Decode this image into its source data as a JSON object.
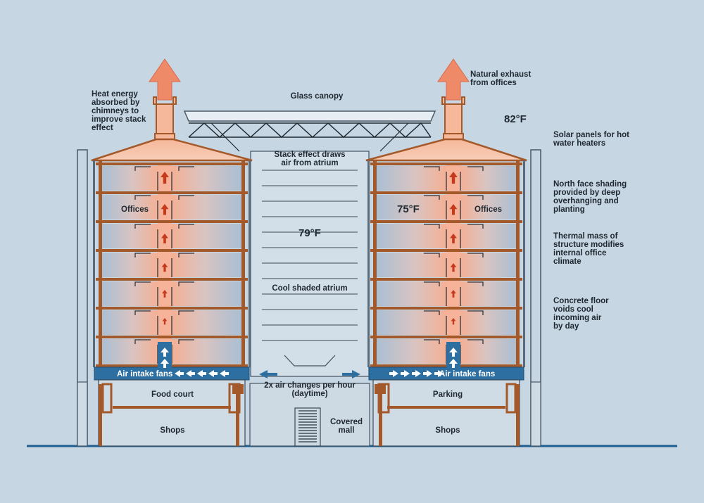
{
  "colors": {
    "background": "#c6d6e3",
    "structure": "#a4592b",
    "floor_band": "#2d6fa0",
    "warm_air": "#f2a98a",
    "cool_air": "#9fb8d0",
    "arrow": "#c43a1d"
  },
  "labels": {
    "heat_energy": "Heat energy\nabsorbed by\nchimneys to\nimprove stack\neffect",
    "glass_canopy": "Glass canopy",
    "natural_exhaust": "Natural exhaust\nfrom offices",
    "temp_outside": "82°F",
    "solar_panels": "Solar panels for hot\nwater heaters",
    "stack_effect": "Stack effect draws\nair from atrium",
    "offices_left": "Offices",
    "offices_right": "Offices",
    "temp_office": "75°F",
    "temp_atrium": "79°F",
    "north_face": "North face shading\nprovided by deep\noverhanging and\nplanting",
    "thermal_mass": "Thermal mass of\nstructure modifies\ninternal office\nclimate",
    "cool_atrium": "Cool shaded atrium",
    "concrete_floor": "Concrete floor\nvoids cool\nincoming air\nby day",
    "air_intake_left": "Air intake fans",
    "air_intake_right": "Air intake fans",
    "air_changes": "2x air changes per hour\n(daytime)",
    "food_court": "Food court",
    "parking": "Parking",
    "shops_left": "Shops",
    "shops_right": "Shops",
    "covered_mall": "Covered\nmall"
  }
}
